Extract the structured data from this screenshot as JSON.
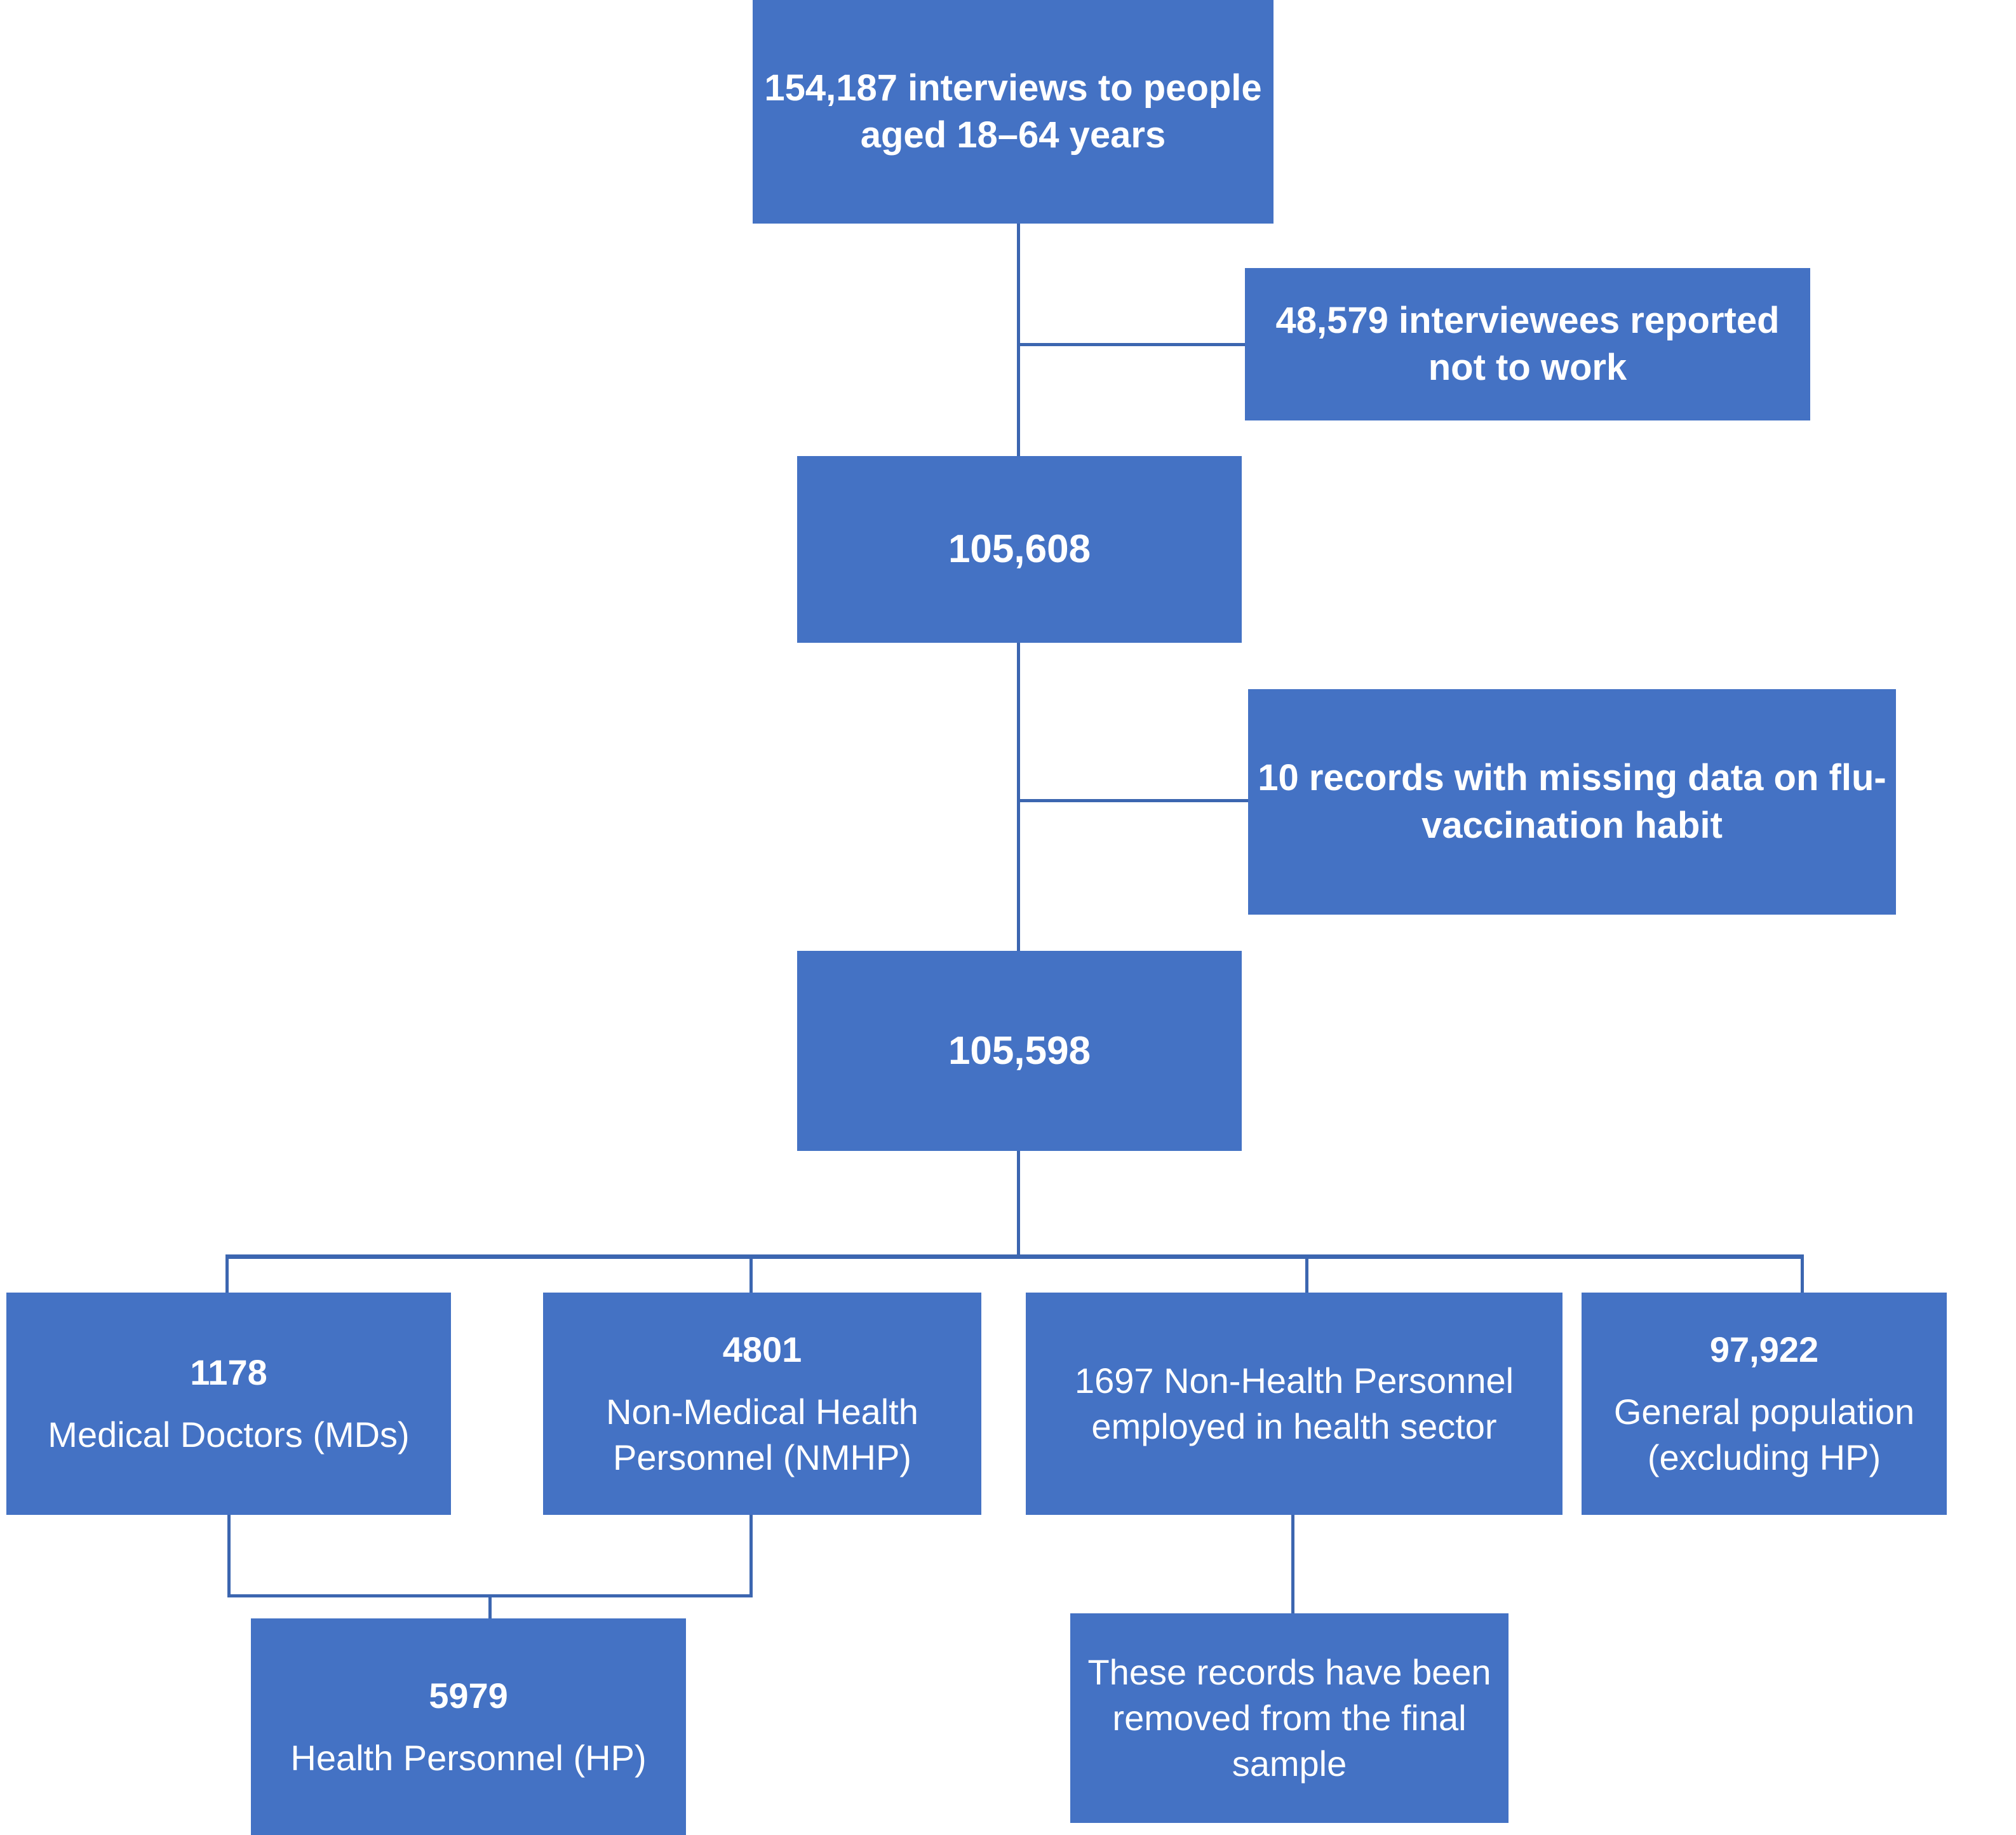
{
  "diagram": {
    "type": "flowchart",
    "title": "Study sample selection flowchart",
    "accent_color": "#4472c4",
    "connector_color": "#3c66b0",
    "text_color": "#ffffff",
    "background": "#ffffff"
  },
  "nodes": {
    "interviews_total": {
      "number": "154,187",
      "text": " interviews to people aged 18–64 years",
      "full": "154,187 interviews to people aged 18–64 years"
    },
    "not_working": {
      "number": "48,579",
      "text": " interviewees reported not to work",
      "full": "48,579 interviewees reported not to work"
    },
    "working_total": {
      "number": "105,608",
      "full": "105,608"
    },
    "missing_data": {
      "number": "10",
      "text": " records with missing data on flu-vaccination habit",
      "full": "10 records with missing data on flu-vaccination habit"
    },
    "analysis_total": {
      "number": "105,598",
      "full": "105,598"
    },
    "medical_doctors": {
      "number": "1178",
      "label": "Medical Doctors (MDs)"
    },
    "non_medical_health_personnel": {
      "number": "4801",
      "label": "Non-Medical Health Personnel (NMHP)"
    },
    "non_health_personnel": {
      "number": "1697",
      "label": "1697 Non-Health Personnel employed in health sector",
      "line1": "1697 Non-Health",
      "line2": "Personnel employed in",
      "line3": "health sector"
    },
    "general_population": {
      "number": "97,922",
      "label": "General population (excluding HP)"
    },
    "health_personnel": {
      "number": "5979",
      "label": "Health Personnel (HP)"
    },
    "removed_note": {
      "full": "These records have been removed from the final sample"
    }
  }
}
